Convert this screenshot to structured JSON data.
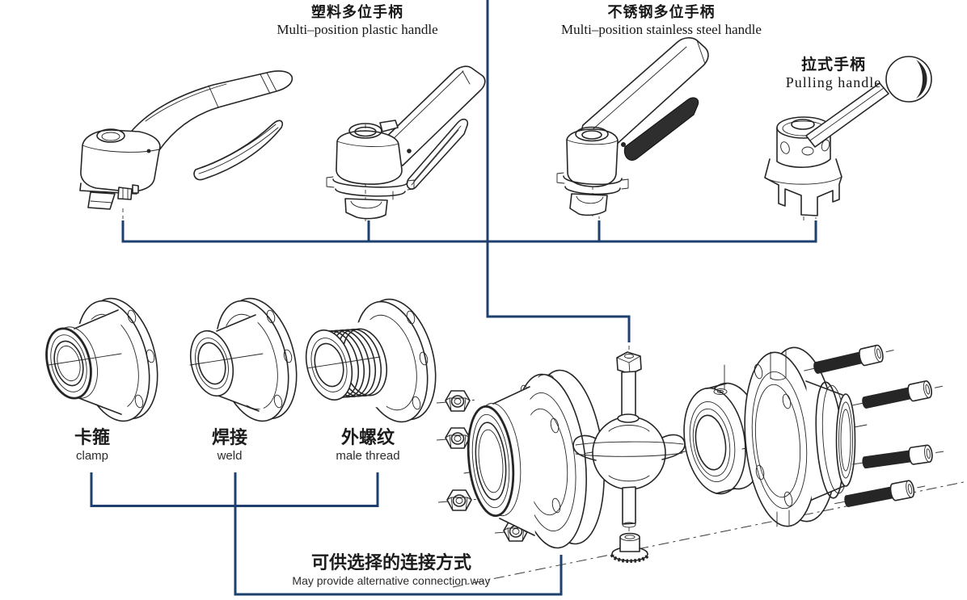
{
  "page": {
    "background": "#ffffff",
    "accent_blue": "#1e406f",
    "ink": "#262626"
  },
  "labels": {
    "plastic_handle": {
      "zh": "塑料多位手柄",
      "en": "Multi–position plastic handle"
    },
    "stainless_handle": {
      "zh": "不锈钢多位手柄",
      "en": "Multi–position stainless steel handle"
    },
    "pulling_handle": {
      "zh": "拉式手柄",
      "en": "Pulling handle"
    },
    "clamp": {
      "zh": "卡箍",
      "en": "clamp"
    },
    "weld": {
      "zh": "焊接",
      "en": "weld"
    },
    "male_thread": {
      "zh": "外螺纹",
      "en": "male thread"
    },
    "footer": {
      "zh": "可供选择的连接方式",
      "en": "May provide alternative connection way"
    }
  }
}
